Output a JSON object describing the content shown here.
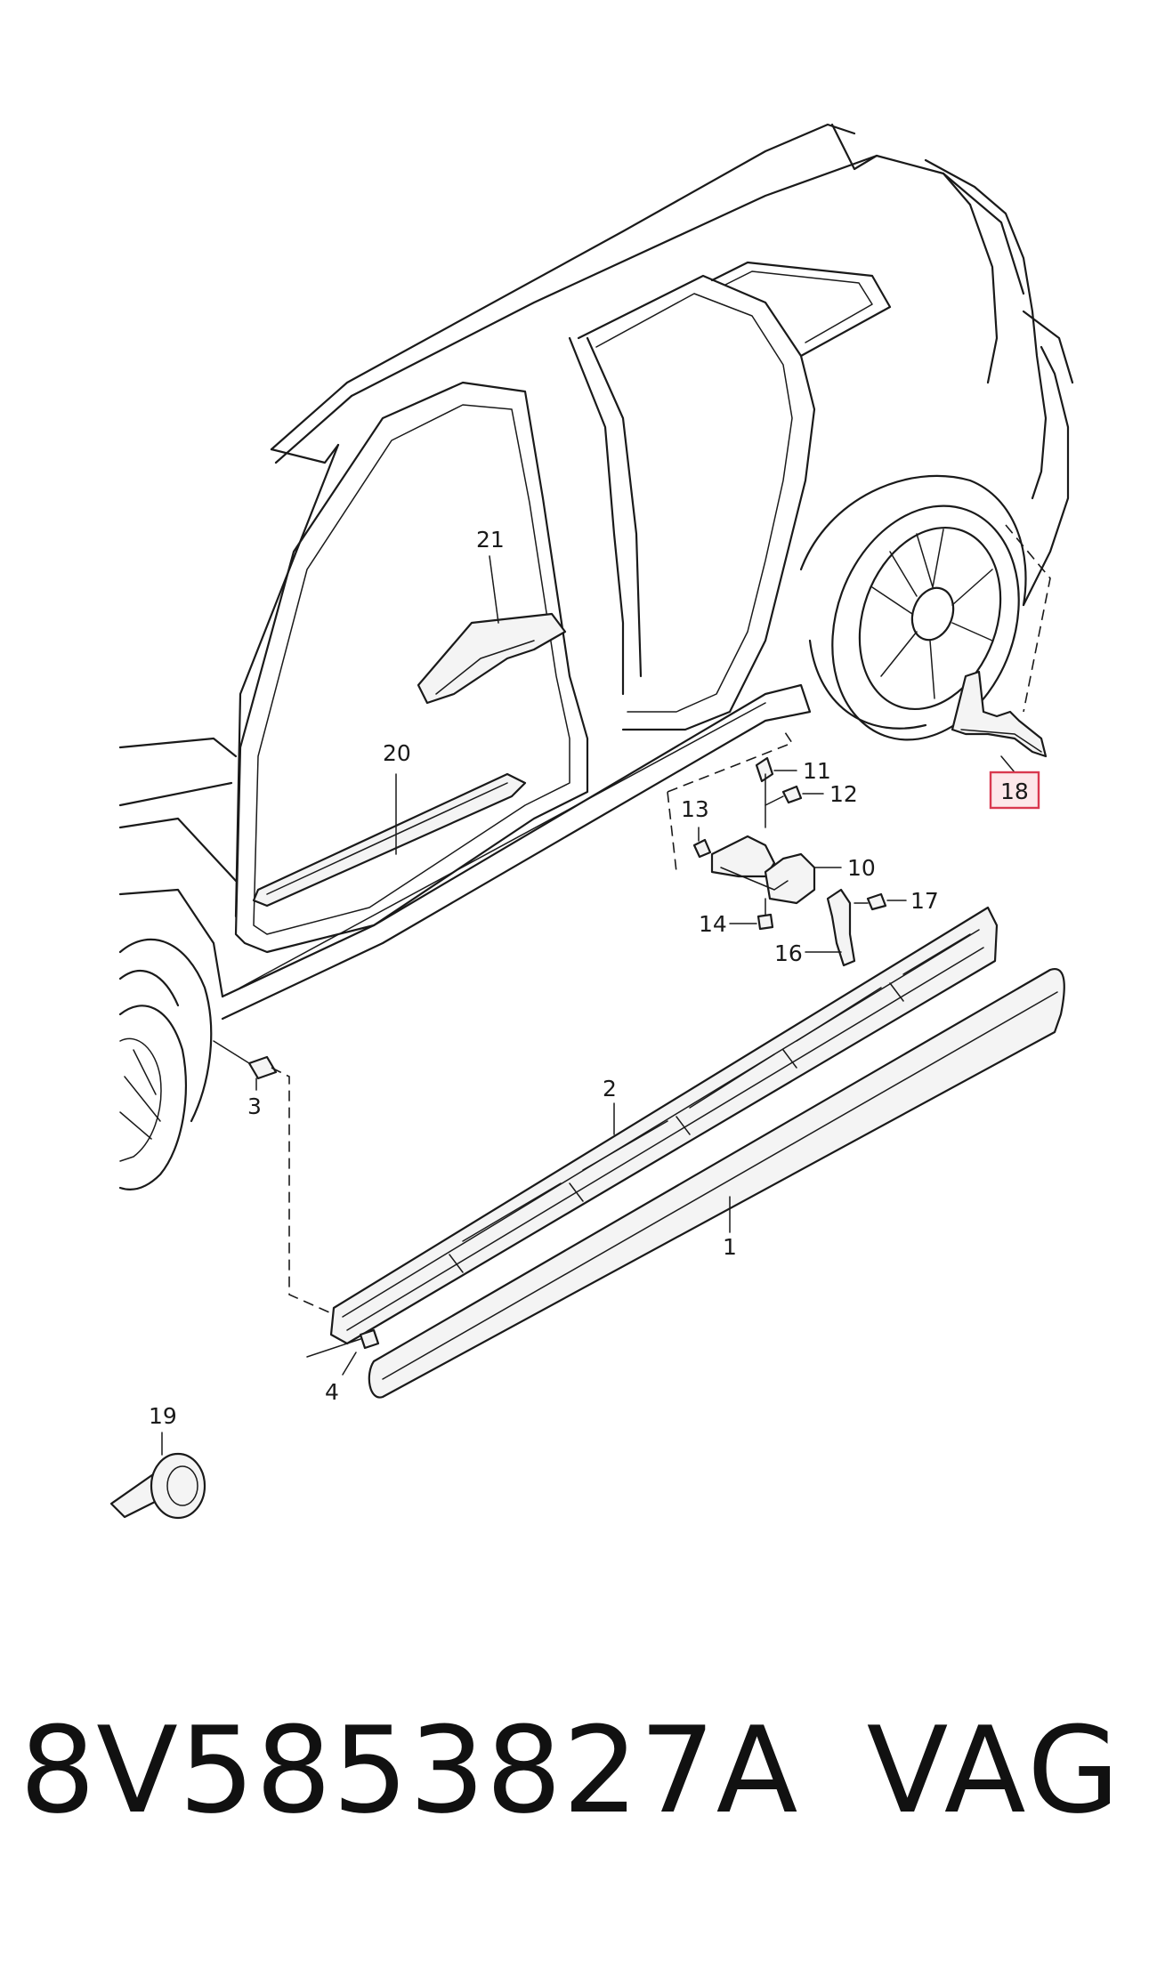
{
  "diagram": {
    "callouts": {
      "c1": "1",
      "c2": "2",
      "c3": "3",
      "c4": "4",
      "c10": "10",
      "c11": "11",
      "c12": "12",
      "c13": "13",
      "c14": "14",
      "c16": "16",
      "c17": "17",
      "c18": "18",
      "c19": "19",
      "c20": "20",
      "c21": "21"
    },
    "highlighted_callout": "18",
    "highlight_color": "#d9384f"
  },
  "footer": {
    "part_number": "8V5853827A",
    "brand": "VAG"
  }
}
